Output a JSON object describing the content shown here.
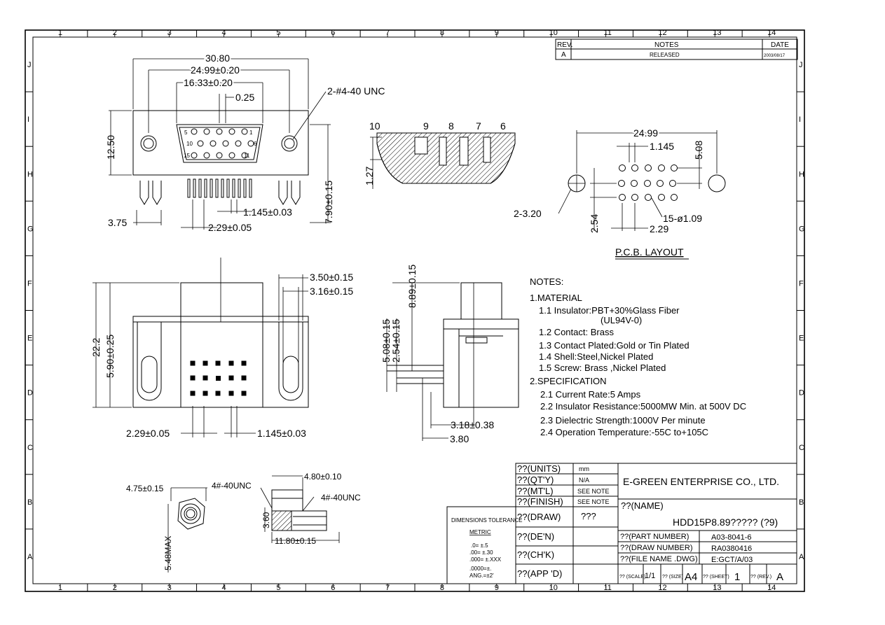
{
  "frame": {
    "col_labels": [
      "1",
      "2",
      "3",
      "4",
      "5",
      "6",
      "7",
      "8",
      "9",
      "10",
      "11",
      "12",
      "13",
      "14"
    ],
    "row_labels": [
      "J",
      "I",
      "H",
      "G",
      "F",
      "E",
      "D",
      "C",
      "B",
      "A"
    ]
  },
  "revision": {
    "headers": {
      "rev": "REV.",
      "notes": "NOTES",
      "date": "DATE"
    },
    "rows": [
      {
        "rev": "A",
        "notes": "RELEASED",
        "date": "2003/08/17"
      }
    ]
  },
  "top_view": {
    "dims": {
      "overall": "30.80",
      "screw_pitch": "24.99±0.20",
      "pin_row": "16.33±0.20",
      "offset": "0.25",
      "thread": "2-#4-40 UNC",
      "height": "12.50",
      "side_height": "7.90±0.15",
      "left_gap": "3.75",
      "pin_pitch": "1.145±0.03",
      "pin_spacing": "2.29±0.05"
    },
    "pin_numbers": {
      "p5": "5",
      "p1": "1",
      "p10": "10",
      "p6": "6",
      "p15": "15",
      "p11": "11"
    }
  },
  "section_view": {
    "numbers": [
      "10",
      "9",
      "8",
      "7",
      "6"
    ],
    "dim": "1.27"
  },
  "pcb": {
    "title": "P.C.B. LAYOUT",
    "dims": {
      "pitch": "24.99",
      "row_offset": "1.145",
      "row_gap": "5.08",
      "mount": "2-3.20",
      "vert": "2.54",
      "holes": "15-ø1.09",
      "horiz": "2.29"
    }
  },
  "front_view": {
    "dims": {
      "w1": "3.50±0.15",
      "w2": "3.16±0.15",
      "height": "22.2",
      "body": "5.90±0.25",
      "pitch": "2.29±0.05",
      "offset": "1.145±0.03"
    }
  },
  "side_view": {
    "dims": {
      "h1": "8.89±0.15",
      "h2": "5.08±0.15",
      "h3": "2.54±0.15",
      "d1": "3.18±0.38",
      "d2": "3.80"
    }
  },
  "small_view": {
    "dims": {
      "hex": "4.75±0.15",
      "screw1": "4#-40UNC",
      "len": "4.80±0.10",
      "screw2": "4#-40UNC",
      "h": "3.60",
      "total": "11.80±0.15",
      "max": "5.48MAX"
    }
  },
  "notes": {
    "title": "NOTES:",
    "lines": [
      "1.MATERIAL",
      "1.1  Insulator:PBT+30%Glass  Fiber",
      "(UL94V-0)",
      "1.2  Contact: Brass",
      "1.3  Contact  Plated:Gold  or  Tin  Plated",
      "1.4  Shell:Steel,Nickel  Plated",
      "1.5  Screw:  Brass  ,Nickel  Plated",
      "2.SPECIFICATION",
      "2.1  Current  Rate:5  Amps",
      "2.2  Insulator  Resistance:5000MW  Min.  at  500V  DC",
      "2.3  Dielectric  Strength:1000V  Per  minute",
      "2.4  Operation  Temperature:-55C  to+105C"
    ]
  },
  "title_block": {
    "tolerance": {
      "title": "DIMENSIONS  TOLERANCE",
      "metric": "METRIC",
      "lines": [
        ".0= ±.5",
        ".00= ±.30",
        ".000= ±.XXX",
        ".0000=±.",
        "ANG.=±2'"
      ]
    },
    "units_label": "??(UNITS)",
    "units_val": "mm",
    "qty_label": "??(QT'Y)",
    "qty_val": "N/A",
    "mtl_label": "??(MT'L)",
    "mtl_val": "SEE  NOTE",
    "finish_label": "??(FINISH)",
    "finish_val": "SEE  NOTE",
    "draw_label": "??(DRAW)",
    "draw_val": "???",
    "den_label": "??(DE'N)",
    "chk_label": "??(CH'K)",
    "app_label": "??(APP 'D)",
    "company": "E-GREEN  ENTERPRISE  CO.,  LTD.",
    "name_label": "??(NAME)",
    "name_val": "HDD15P8.89?????  (?9)",
    "part_label": "??(PART  NUMBER)",
    "part_val": "A03-8041-6",
    "drawn_label": "??(DRAW  NUMBER)",
    "drawn_val": "RA0380416",
    "file_label": "??(FILE  NAME  .DWG)",
    "file_val": "E:GCT/A/03",
    "scale_label": "??\n(SCALE)",
    "scale_val": "1/1",
    "size_label": "??\n(SIZE)",
    "size_val": "A4",
    "sheet_label": "??\n(SHEET)",
    "sheet_val": "1",
    "rev_label": "??\n(REV.)",
    "rev_val": "A"
  }
}
